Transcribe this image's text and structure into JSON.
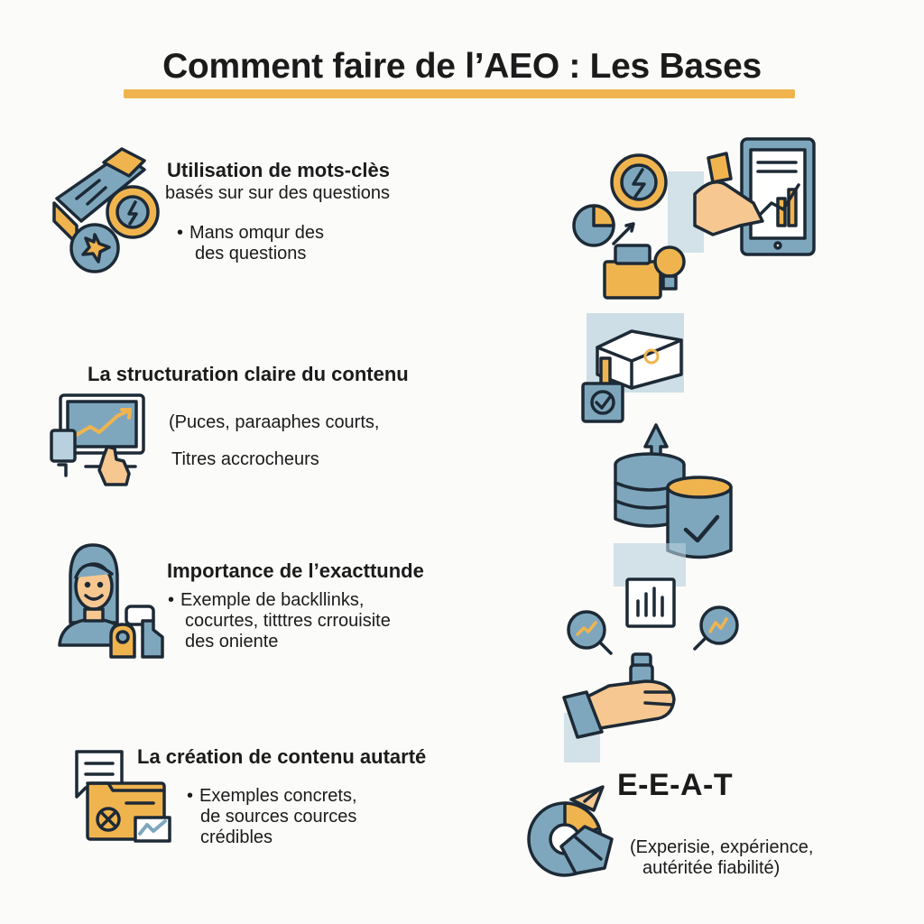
{
  "title": "Comment faire de l’AEO : Les Bases",
  "colors": {
    "accent": "#f0b44f",
    "blue": "#7ea7bd",
    "outline": "#1d2a36",
    "skin": "#f6c790",
    "panel": "#b9d1de"
  },
  "sections": [
    {
      "icon": "keyword-tags-icon",
      "heading": "Utilisation de mots-clès",
      "subheading": "basés sur sur des questions",
      "bullet": [
        "Mans omqur des",
        "des questions"
      ]
    },
    {
      "icon": "monitor-chart-icon",
      "heading": "La structuration claire du contenu",
      "lines": [
        "(Puces, paraaphes courts,",
        "Titres accrocheurs"
      ]
    },
    {
      "icon": "person-icon",
      "heading": "Importance de l’exacttunde",
      "bullet": [
        "Exemple de backllinks,",
        "cocurtes, titttres crrouisite",
        "des oniente"
      ]
    },
    {
      "icon": "documents-icon",
      "heading": "La création de contenu autarté",
      "bullet": [
        "Exemples concrets,",
        "de sources cources",
        "crédibles"
      ]
    }
  ],
  "eeat": {
    "label": "E-E-A-T",
    "description": [
      "(Experisie, expérience,",
      "autéritée fiabilité)"
    ]
  }
}
